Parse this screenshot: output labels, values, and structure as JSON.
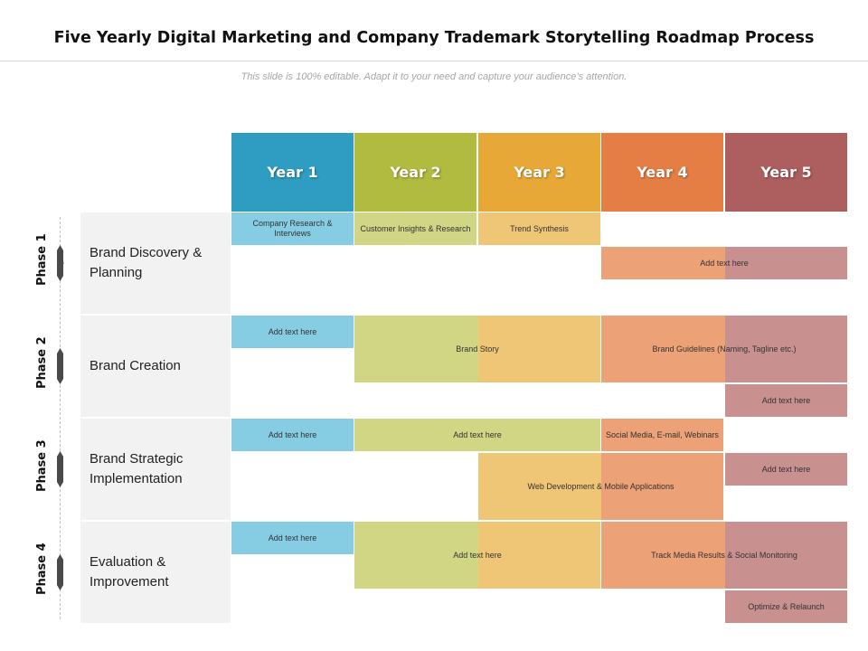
{
  "title": "Five Yearly Digital Marketing and Company Trademark Storytelling Roadmap Process",
  "subtitle": "This slide is 100% editable. Adapt it to your need and capture your audience’s attention.",
  "colors": {
    "year1": "#2e9dc1",
    "year2": "#b1bb40",
    "year3": "#e8a838",
    "year4": "#e47e45",
    "year5": "#ad5e5e",
    "light1": "#86cde3",
    "light2": "#d0d684",
    "light3": "#efc676",
    "light4": "#eca177",
    "light5": "#c99090"
  },
  "years": [
    {
      "label": "Year 1"
    },
    {
      "label": "Year 2"
    },
    {
      "label": "Year 3"
    },
    {
      "label": "Year 4"
    },
    {
      "label": "Year 5"
    }
  ],
  "phases": [
    {
      "label": "Phase 1",
      "name": "Brand Discovery &\nPlanning"
    },
    {
      "label": "Phase 2",
      "name": "Brand Creation"
    },
    {
      "label": "Phase 3",
      "name": "Brand Strategic\nImplementation"
    },
    {
      "label": "Phase 4",
      "name": "Evaluation &\nImprovement"
    }
  ],
  "tasks": {
    "p1_company_research": "Company Research & Interviews",
    "p1_customer_insights": "Customer Insights & Research",
    "p1_trend_synthesis": "Trend Synthesis",
    "p1_add_text": "Add text here",
    "p2_add_text_1": "Add text here",
    "p2_brand_story": "Brand Story",
    "p2_brand_guidelines": "Brand Guidelines  (Naming, Tagline etc.)",
    "p2_add_text_2": "Add text here",
    "p3_add_text_1": "Add text here",
    "p3_add_text_2": "Add text here",
    "p3_social_media": "Social Media, E-mail, Webinars",
    "p3_add_text_3": "Add text here",
    "p3_web_dev": "Web Development & Mobile Applications",
    "p4_add_text_1": "Add text here",
    "p4_add_text_2": "Add text here",
    "p4_track_media": "Track Media Results & Social Monitoring",
    "p4_optimize": "Optimize & Relaunch"
  }
}
